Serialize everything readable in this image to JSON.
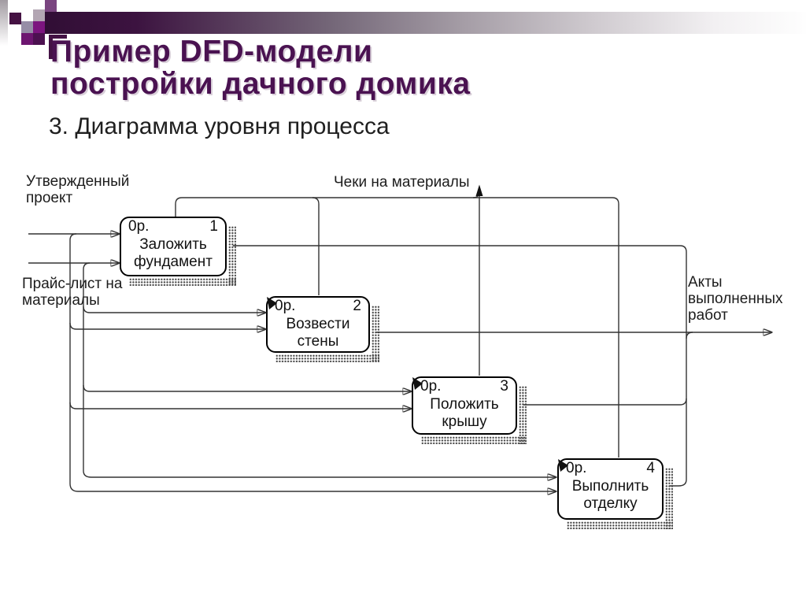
{
  "slide": {
    "title_line1": "Пример DFD-модели",
    "title_line2": "постройки дачного домика",
    "subtitle": "3. Диаграмма уровня процесса"
  },
  "diagram": {
    "external_labels": {
      "approved_project_line1": "Утвержденный",
      "approved_project_line2": "проект",
      "price_list_line1": "Прайс-лист на",
      "price_list_line2": "материалы",
      "receipts": "Чеки на материалы",
      "acts_line1": "Акты",
      "acts_line2": "выполненных",
      "acts_line3": "работ"
    },
    "processes": [
      {
        "cost": "0р.",
        "number": "1",
        "name_line1": "Заложить",
        "name_line2": "фундамент"
      },
      {
        "cost": "0р.",
        "number": "2",
        "name_line1": "Возвести",
        "name_line2": "стены"
      },
      {
        "cost": "0р.",
        "number": "3",
        "name_line1": "Положить",
        "name_line2": "крышу"
      },
      {
        "cost": "0р.",
        "number": "4",
        "name_line1": "Выполнить",
        "name_line2": "отделку"
      }
    ],
    "colors": {
      "line": "#333333",
      "box_border": "#000000",
      "box_fill": "#ffffff"
    }
  },
  "theme": {
    "title_color": "#4a1251",
    "subtitle_color": "#1f1f1f",
    "bar_gradient_start": "#310e35",
    "bar_gradient_end": "#fefefe",
    "accent_square_dark": "#451243",
    "accent_square_bright": "#7c157f"
  }
}
